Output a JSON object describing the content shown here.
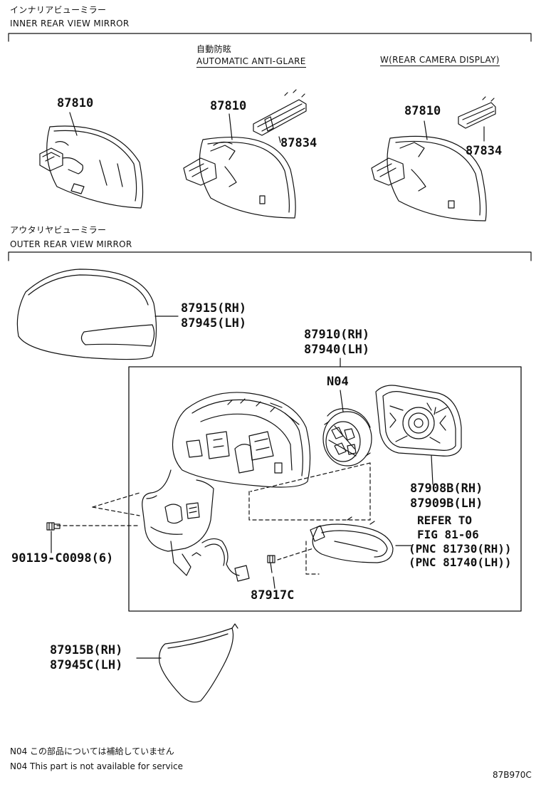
{
  "sections": {
    "inner": {
      "jp": "インナリアビューミラー",
      "en": "INNER REAR VIEW MIRROR"
    },
    "outer": {
      "jp": "アウタリヤビューミラー",
      "en": "OUTER REAR VIEW MIRROR"
    }
  },
  "variants": {
    "auto_jp": "自動防眩",
    "auto_en": "AUTOMATIC ANTI-GLARE",
    "camera": "W(REAR CAMERA DISPLAY)"
  },
  "parts": {
    "p87810": "87810",
    "p87834": "87834",
    "cover_rh": "87915(RH)",
    "cover_lh": "87945(LH)",
    "assy_rh": "87910(RH)",
    "assy_lh": "87940(LH)",
    "n04": "N04",
    "glass_rh": "87908B(RH)",
    "glass_lh": "87909B(LH)",
    "refer1": "REFER TO",
    "refer2": "FIG 81-06",
    "refer3": "(PNC 81730(RH))",
    "refer4": "(PNC 81740(LH))",
    "bolt": "90119-C0098(6)",
    "screw": "87917C",
    "lower_rh": "87915B(RH)",
    "lower_lh": "87945C(LH)"
  },
  "notes": {
    "jp": "N04 この部品については補給していません",
    "en": "N04 This part is not available for service"
  },
  "figure_code": "87B970C"
}
